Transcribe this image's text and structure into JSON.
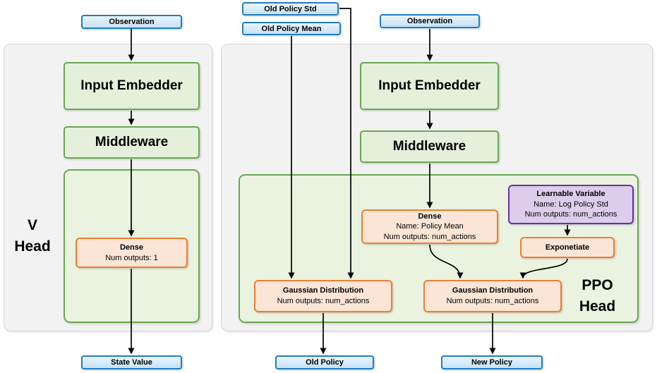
{
  "colors": {
    "blue_border": "#1f7ec2",
    "blue_fill": "#cde4f7",
    "green_border": "#6aa84f",
    "green_fill": "#e4f0da",
    "orange_border": "#ed7d31",
    "orange_fill": "#fbe5d6",
    "purple_border": "#7030a0",
    "purple_fill": "#dccdea",
    "panel_fill": "#f2f2f2",
    "arrow": "#000000"
  },
  "v_head": {
    "observation": "Observation",
    "head_label": [
      "V",
      "Head"
    ],
    "input_embedder": "Input Embedder",
    "middleware": "Middleware",
    "dense": {
      "title": "Dense",
      "outputs": "Num outputs: 1"
    },
    "output": "State Value"
  },
  "ppo_head": {
    "old_policy_std": "Old Policy Std",
    "old_policy_mean": "Old Policy Mean",
    "observation": "Observation",
    "input_embedder": "Input Embedder",
    "middleware": "Middleware",
    "head_label": [
      "PPO",
      "Head"
    ],
    "dense": {
      "title": "Dense",
      "name": "Name: Policy Mean",
      "outputs": "Num outputs: num_actions"
    },
    "learnable_variable": {
      "title": "Learnable Variable",
      "name": "Name: Log Policy Std",
      "outputs": "Num outputs: num_actions"
    },
    "exponentiate": "Exponetiate",
    "gaussian_old": {
      "title": "Gaussian Distribution",
      "outputs": "Num outputs: num_actions"
    },
    "gaussian_new": {
      "title": "Gaussian Distribution",
      "outputs": "Num outputs: num_actions"
    },
    "output_old": "Old Policy",
    "output_new": "New Policy"
  }
}
